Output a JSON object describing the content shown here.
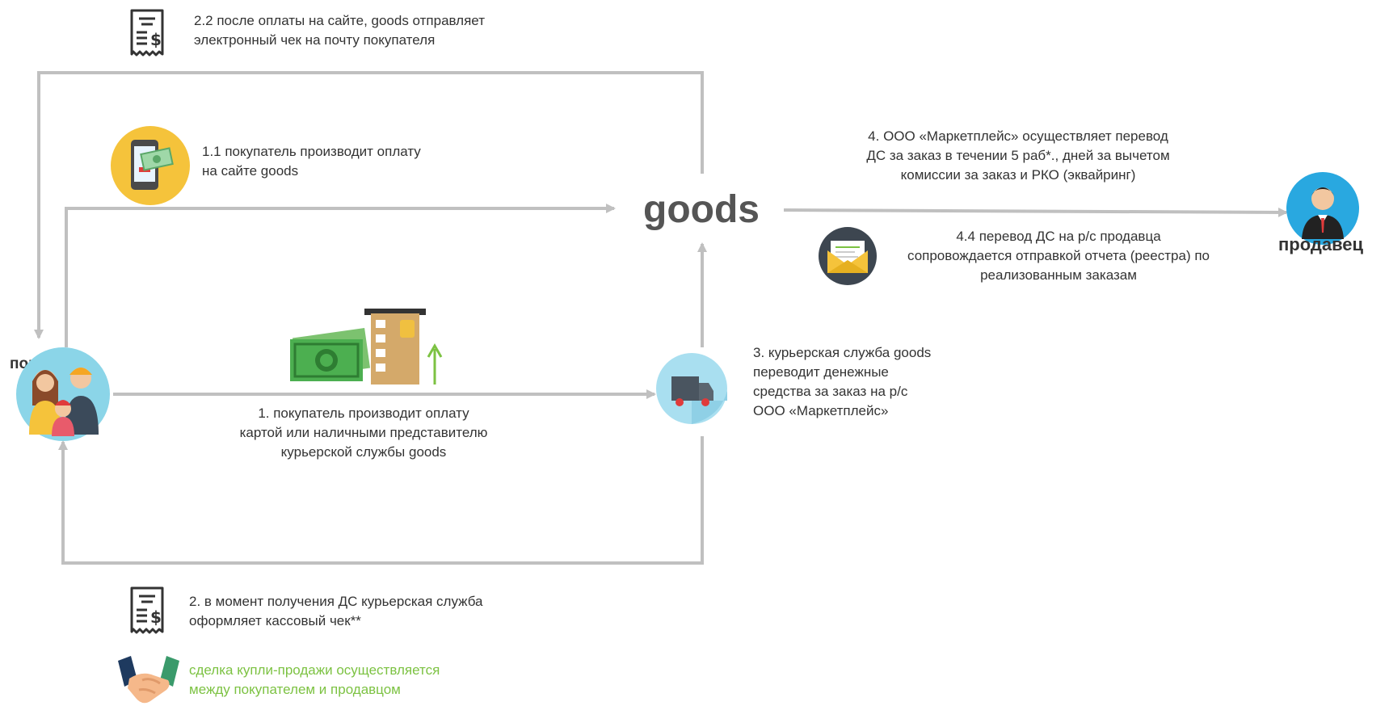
{
  "nodes": {
    "buyer": "покупатель",
    "goods": "goods",
    "seller": "продавец"
  },
  "steps": {
    "s2_2": [
      "2.2 после оплаты на сайте, goods отправляет",
      "электронный чек на почту покупателя"
    ],
    "s1_1": [
      "1.1 покупатель производит оплату",
      "на сайте goods"
    ],
    "s4": [
      "4. ООО «Маркетплейс» осуществляет перевод",
      "ДС за заказ в течении 5 раб*., дней за вычетом",
      "комиссии за заказ и РКО (эквайринг)"
    ],
    "s4_4": [
      "4.4 перевод ДС на р/с продавца",
      "сопровождается отправкой отчета (реестра) по",
      "реализованным заказам"
    ],
    "s3": [
      "3. курьерская служба goods",
      "переводит денежные",
      "средства за заказ на р/с",
      "ООО «Маркетплейс»"
    ],
    "s1": [
      "1. покупатель производит оплату",
      "картой или наличными представителю",
      "курьерской службы goods"
    ],
    "s2": [
      "2. в момент получения ДС курьерская служба",
      "оформляет кассовый чек**"
    ],
    "deal": [
      "сделка купли-продажи осуществляется",
      "между покупателем и продавцом"
    ]
  },
  "icons": {
    "receipt_top": "receipt-icon",
    "phone_payment": "phone-payment-icon",
    "buyer_family": "family-avatar-icon",
    "cash_card": "cash-card-icon",
    "truck": "delivery-truck-icon",
    "envelope": "envelope-report-icon",
    "seller": "seller-avatar-icon",
    "receipt_bottom": "receipt-icon",
    "handshake": "handshake-icon"
  },
  "colors": {
    "arrow": "#c0c0c0",
    "deal_text": "#7cc242",
    "seller_circle": "#29a8e0",
    "phone_circle": "#f5c33b",
    "buyer_circle": "#8bd5e8",
    "truck_circle": "#a9dff0"
  }
}
